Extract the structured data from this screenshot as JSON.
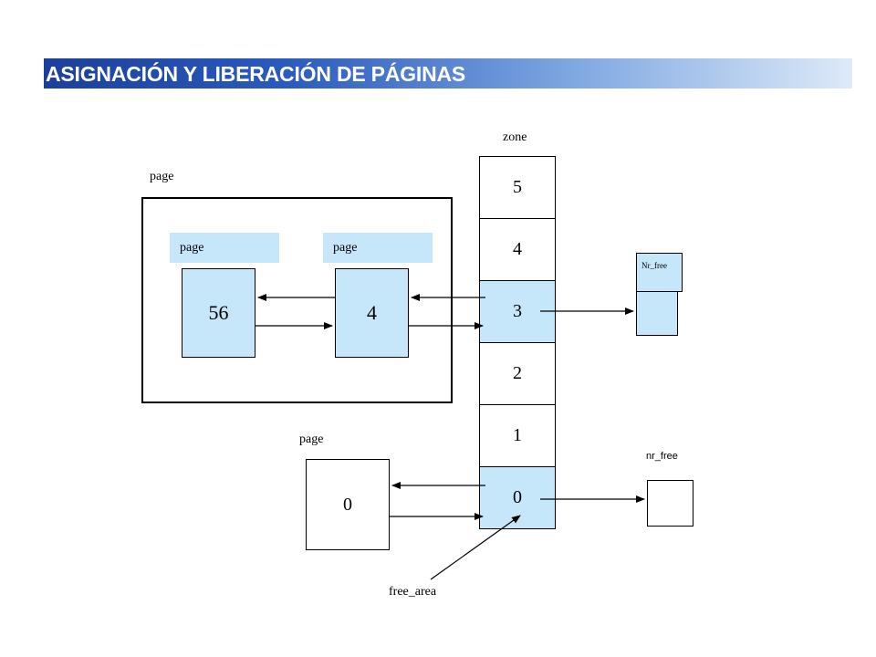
{
  "title": "ASIGNACIÓN Y LIBERACIÓN DE PÁGINAS",
  "labels": {
    "page_outer": "page",
    "page_left": "page",
    "page_right": "page",
    "page_bottom": "page",
    "zone": "zone",
    "nr_free_top": "Nr_free",
    "nr_free_bottom": "nr_free",
    "free_area": "free_area"
  },
  "pages": {
    "left_value": "56",
    "right_value": "4",
    "bottom_value": "0"
  },
  "zone_cells": [
    "5",
    "4",
    "3",
    "2",
    "1",
    "0"
  ],
  "colors": {
    "accent": "#c6e6fa",
    "title_start": "#1b3f9c",
    "title_end": "#ddeaf8"
  }
}
